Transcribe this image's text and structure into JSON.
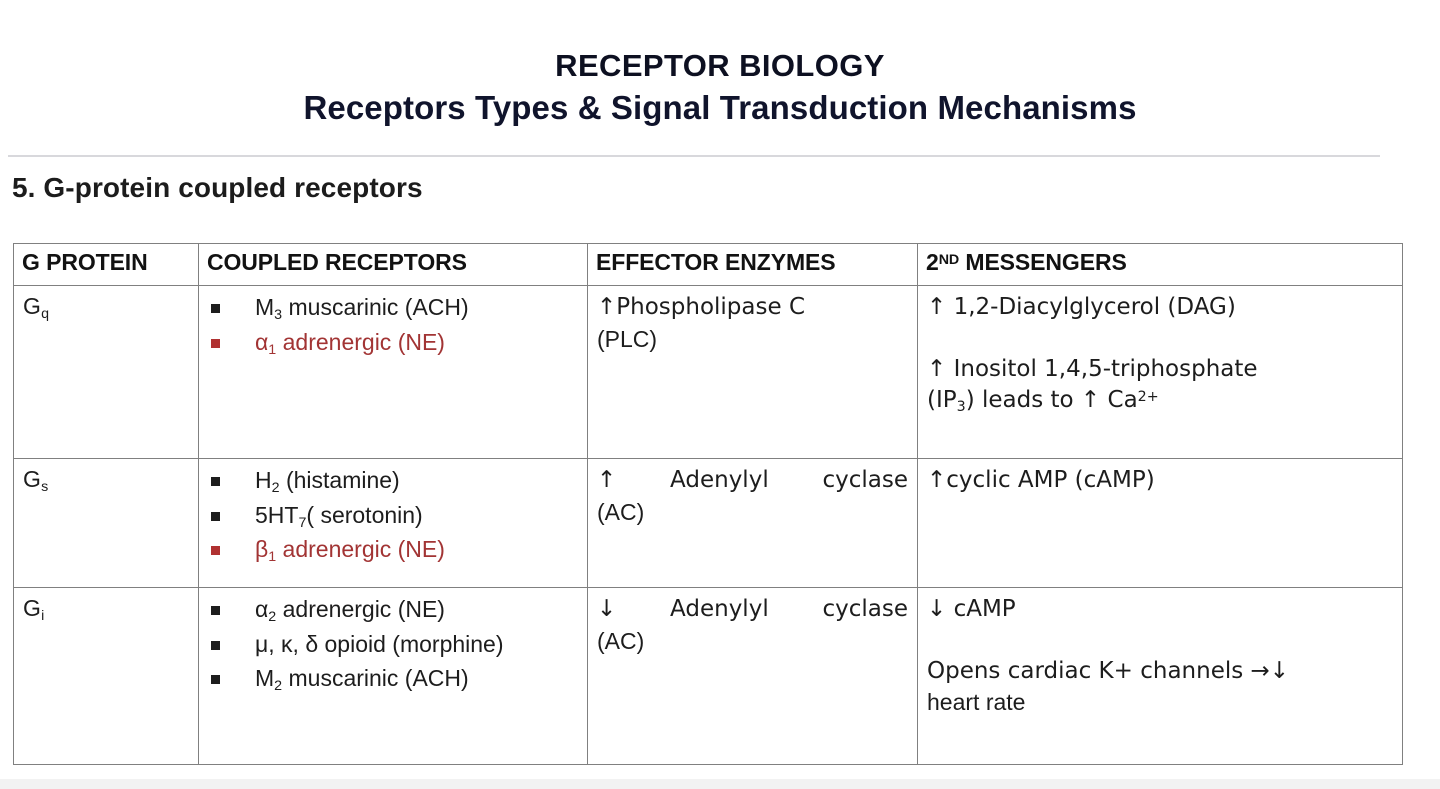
{
  "title": {
    "main": "RECEPTOR BIOLOGY",
    "subtitle": "Receptors Types & Signal Transduction Mechanisms"
  },
  "section": {
    "heading": "5. G-protein coupled receptors"
  },
  "table": {
    "headers": {
      "g_protein": "G PROTEIN",
      "coupled_receptors": "COUPLED RECEPTORS",
      "effector_enzymes": "EFFECTOR ENZYMES",
      "second_messengers_prefix": "2",
      "second_messengers_sup": "ND",
      "second_messengers_rest": " MESSENGERS"
    },
    "rows": [
      {
        "g_protein_letter": "G",
        "g_protein_sub": "q",
        "receptors": [
          {
            "text_a": "M",
            "sub": "3",
            "text_b": " muscarinic (ACH)",
            "color": "black"
          },
          {
            "text_a": "α",
            "sub": "1",
            "text_b": " adrenergic (NE)",
            "color": "red"
          }
        ],
        "effector_line1": "↑Phospholipase C",
        "effector_line2": "(PLC)",
        "messenger_line1": "↑ 1,2-Diacylglycerol (DAG)",
        "messenger_line2": "↑ Inositol 1,4,5-triphosphate",
        "messenger_line3_a": "(IP",
        "messenger_line3_sub": "3",
        "messenger_line3_b": ") leads to ↑ Ca",
        "messenger_line3_sup": "2+"
      },
      {
        "g_protein_letter": "G",
        "g_protein_sub": "s",
        "receptors": [
          {
            "text_a": "H",
            "sub": "2",
            "text_b": "  (histamine)",
            "color": "black"
          },
          {
            "text_a": "5HT",
            "sub": "7",
            "text_b": "( serotonin)",
            "color": "black"
          },
          {
            "text_a": "β",
            "sub": "1",
            "text_b": " adrenergic (NE)",
            "color": "red"
          }
        ],
        "effector_line1": "↑ Adenylyl cyclase",
        "effector_line2": "(AC)",
        "messenger_line1": "↑cyclic AMP (cAMP)"
      },
      {
        "g_protein_letter": "G",
        "g_protein_sub": "i",
        "receptors": [
          {
            "text_a": "α",
            "sub": "2",
            "text_b": " adrenergic (NE)",
            "color": "black"
          },
          {
            "text_a": "μ, κ, δ opioid",
            "sub": "",
            "text_b": " (morphine)",
            "color": "black"
          },
          {
            "text_a": "M",
            "sub": "2",
            "text_b": " muscarinic (ACH)",
            "color": "black"
          }
        ],
        "effector_line1": "↓ Adenylyl cyclase",
        "effector_line2": "(AC)",
        "messenger_line1": "↓ cAMP",
        "messenger_line2": "Opens cardiac K+ channels →↓",
        "messenger_line3": "heart rate"
      }
    ]
  },
  "colors": {
    "accent_red": "#a23434",
    "title_navy": "#10142c",
    "border_gray": "#808080"
  }
}
